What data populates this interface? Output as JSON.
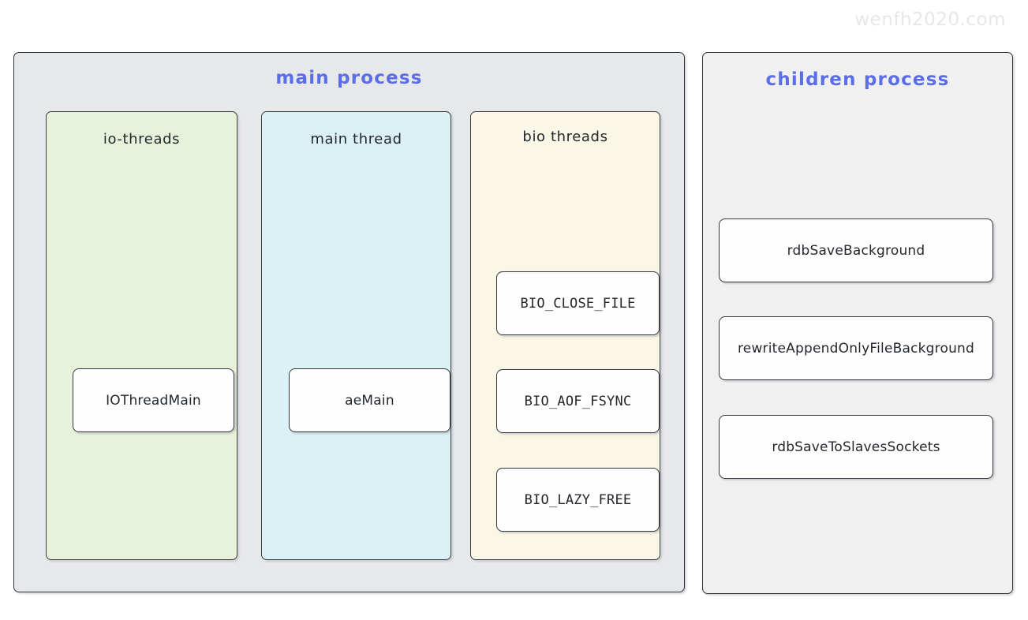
{
  "watermark": "wenfh2020.com",
  "colors": {
    "title_blue": "#5b6ee8",
    "outer_gray": "#e7e8ea",
    "children_gray": "#f0f0f1",
    "io_threads_green": "#e8f1da",
    "main_thread_cyan": "#dbf1f5",
    "bio_threads_cream": "#faf7e6",
    "node_white": "#fefefe",
    "border_dark": "#33383e",
    "text_dark": "#23282d",
    "watermark_gray": "#e7e7e9"
  },
  "main_process": {
    "title": "main process",
    "columns": [
      {
        "id": "io-threads",
        "title": "io-threads",
        "nodes": [
          {
            "id": "iothreadmain",
            "label": "IOThreadMain"
          }
        ]
      },
      {
        "id": "main-thread",
        "title": "main thread",
        "nodes": [
          {
            "id": "aemain",
            "label": "aeMain"
          }
        ]
      },
      {
        "id": "bio-threads",
        "title": "bio threads",
        "nodes": [
          {
            "id": "bio-close-file",
            "label": "BIO_CLOSE_FILE"
          },
          {
            "id": "bio-aof-fsync",
            "label": "BIO_AOF_FSYNC"
          },
          {
            "id": "bio-lazy-free",
            "label": "BIO_LAZY_FREE"
          }
        ]
      }
    ]
  },
  "children_process": {
    "title": "children process",
    "nodes": [
      {
        "id": "rdbsavebackground",
        "label": "rdbSaveBackground"
      },
      {
        "id": "rewriteappendonlyfilebackground",
        "label": "rewriteAppendOnlyFileBackground"
      },
      {
        "id": "rdbsavetoslavessockets",
        "label": "rdbSaveToSlavesSockets"
      }
    ]
  }
}
